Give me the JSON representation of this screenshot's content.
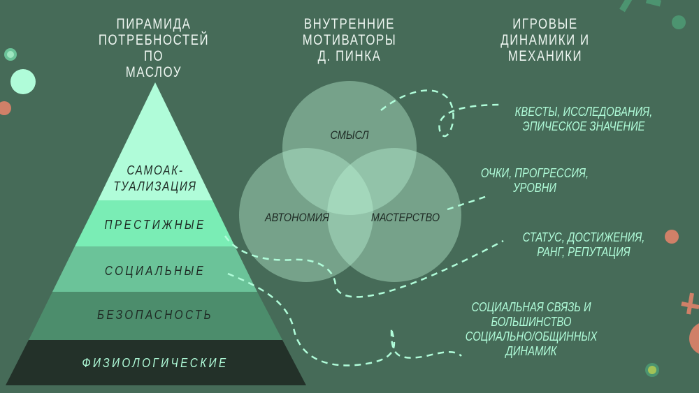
{
  "headers": {
    "maslow": "ПИРАМИДА\nПОТРЕБНОСТЕЙ ПО\nМАСЛОУ",
    "pink": "ВНУТРЕННИЕ\nМОТИВАТОРЫ\nД. ПИНКА",
    "game": "ИГРОВЫЕ\nДИНАМИКИ И\nМЕХАНИКИ"
  },
  "pyramid": [
    {
      "label": "САМОАК-\nТУАЛИЗАЦИЯ",
      "color": "#b0fcd9"
    },
    {
      "label": "ПРЕСТИЖНЫЕ",
      "color": "#7aedb5"
    },
    {
      "label": "СОЦИАЛЬНЫЕ",
      "color": "#6bc399"
    },
    {
      "label": "БЕЗОПАСНОСТЬ",
      "color": "#4c8d6c"
    },
    {
      "label": "ФИЗИОЛОГИЧЕСКИЕ",
      "color": "#233129"
    }
  ],
  "circles": {
    "meaning": "СМЫСЛ",
    "autonomy": "АВТОНОМИЯ",
    "mastery": "МАСТЕРСТВО"
  },
  "mechanics": [
    "КВЕСТЫ, ИССЛЕДОВАНИЯ,\nЭПИЧЕСКОЕ ЗНАЧЕНИЕ",
    "ОЧКИ, ПРОГРЕССИЯ,\nУРОВНИ",
    "СТАТУС, ДОСТИЖЕНИЯ,\nРАНГ, РЕПУТАЦИЯ",
    "СОЦИАЛЬНАЯ СВЯЗЬ И\nБОЛЬШИНСТВО\nСОЦИАЛЬНО/ОБЩИННЫХ\nДИНАМИК"
  ]
}
